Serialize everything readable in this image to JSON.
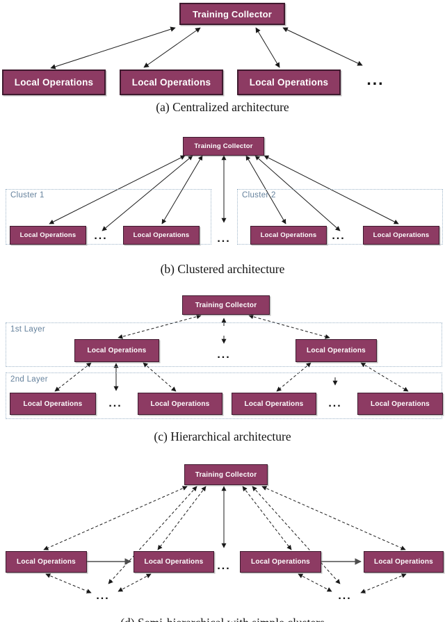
{
  "figure": {
    "a": {
      "caption": "(a) Centralized architecture",
      "collector": "Training Collector",
      "nodes": [
        "Local Operations",
        "Local Operations",
        "Local Operations"
      ],
      "more": "..."
    },
    "b": {
      "caption": "(b) Clustered architecture",
      "collector": "Training Collector",
      "clusters": [
        {
          "label": "Cluster 1",
          "nodes": [
            "Local Operations",
            "Local Operations"
          ],
          "more": "..."
        },
        {
          "label": "Cluster 2",
          "nodes": [
            "Local Operations",
            "Local Operations"
          ],
          "more": "..."
        }
      ],
      "more_between": "..."
    },
    "c": {
      "caption": "(c) Hierarchical architecture",
      "collector": "Training Collector",
      "layer1": {
        "label": "1st Layer",
        "nodes": [
          "Local Operations",
          "Local Operations"
        ],
        "more": "..."
      },
      "layer2": {
        "label": "2nd Layer",
        "nodes": [
          "Local Operations",
          "Local Operations",
          "Local Operations",
          "Local Operations"
        ],
        "more_left": "...",
        "more_right": "..."
      }
    },
    "d": {
      "caption": "(d) Semi-hierarchical with simple clusters",
      "collector": "Training Collector",
      "nodes": [
        "Local Operations",
        "Local Operations",
        "Local Operations",
        "Local Operations"
      ],
      "more_center": "...",
      "more_bottom_left": "...",
      "more_bottom_right": "..."
    }
  },
  "colors": {
    "box_fill": "#8D3B63",
    "box_border": "#3E1A2E",
    "box_text": "#FFFFFF",
    "arrow": "#1A1A1A",
    "peer_arrow": "#4D4D4D",
    "cluster_border": "#9DB4C8",
    "cluster_label": "#64819C",
    "caption_text": "#141414",
    "background": "#FFFFFF"
  }
}
